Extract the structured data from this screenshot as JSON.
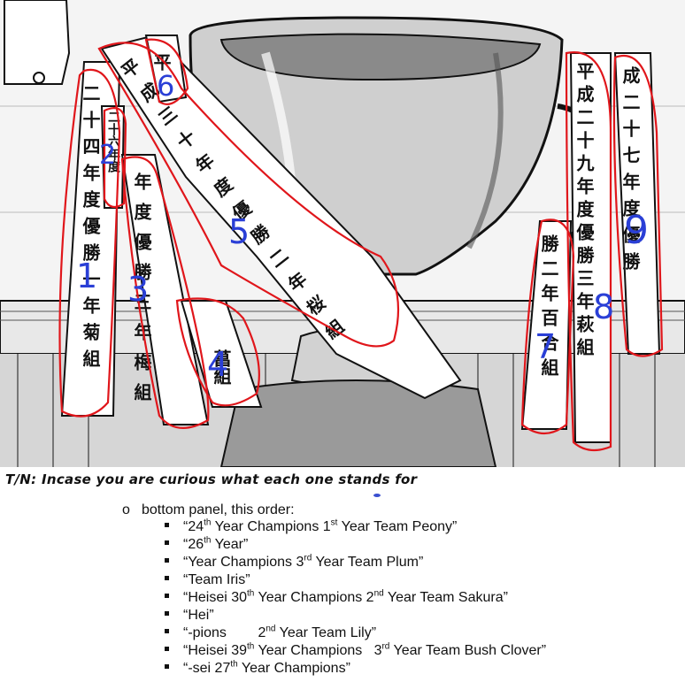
{
  "translator_note": "T/N: Incase you are curious what each one stands for",
  "sub_heading": {
    "bullet": "o",
    "text": "bottom panel, this order:"
  },
  "ribbon_numbers": [
    "1",
    "2",
    "3",
    "4",
    "5",
    "6",
    "7",
    "8",
    "9"
  ],
  "ribbon_texts": [
    "二十四年度優勝一年菊組",
    "二十六年度",
    "年度優勝三年梅組",
    "菖組",
    "平成三十年度優勝二年桜組",
    "平",
    "勝二年百合組",
    "平成二十九年度優勝三年萩組",
    "成二十七年度優勝"
  ],
  "items": [
    {
      "p1": "“24",
      "s1": "th",
      "p2": " Year Champions    1",
      "s2": "st",
      "p3": " Year Team Peony”"
    },
    {
      "p1": "“26",
      "s1": "th",
      "p2": " Year”",
      "s2": "",
      "p3": ""
    },
    {
      "p1": "“Year Champions  3",
      "s1": "rd",
      "p2": " Year Team Plum”",
      "s2": "",
      "p3": ""
    },
    {
      "p1": "“Team Iris”",
      "s1": "",
      "p2": "",
      "s2": "",
      "p3": ""
    },
    {
      "p1": "“Heisei 30",
      "s1": "th",
      "p2": " Year Champions   2",
      "s2": "nd",
      "p3": " Year Team Sakura”"
    },
    {
      "p1": "“Hei”",
      "s1": "",
      "p2": "",
      "s2": "",
      "p3": ""
    },
    {
      "p1": "“-pions        2",
      "s1": "nd",
      "p2": " Year Team Lily”",
      "s2": "",
      "p3": ""
    },
    {
      "p1": "“Heisei 39",
      "s1": "th",
      "p2": " Year Champions   3",
      "s2": "rd",
      "p3": " Year Team Bush Clover”"
    },
    {
      "p1": "“-sei 27",
      "s1": "th",
      "p2": " Year Champions”",
      "s2": "",
      "p3": ""
    }
  ],
  "colors": {
    "annotation_red": "#e0161b",
    "annotation_blue": "#2a3fd6",
    "ink": "#111111"
  }
}
